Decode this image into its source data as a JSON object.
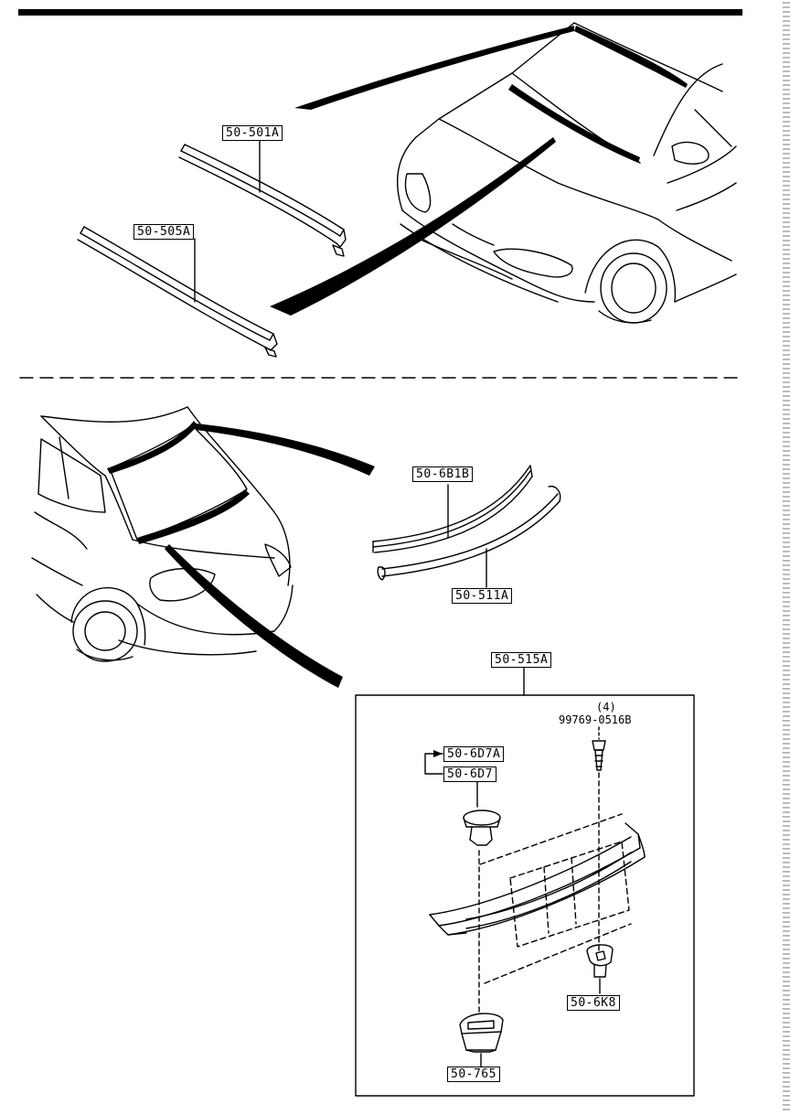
{
  "labels": {
    "p501": "50-501A",
    "p505": "50-505A",
    "p6b1": "50-6B1B",
    "p511": "50-511A",
    "p515": "50-515A",
    "p6d7a": "50-6D7A",
    "p6d7": "50-6D7",
    "p6k8": "50-6K8",
    "p765": "50-765",
    "screw_qty": "(4)",
    "screw_part": "99769-0516B"
  }
}
